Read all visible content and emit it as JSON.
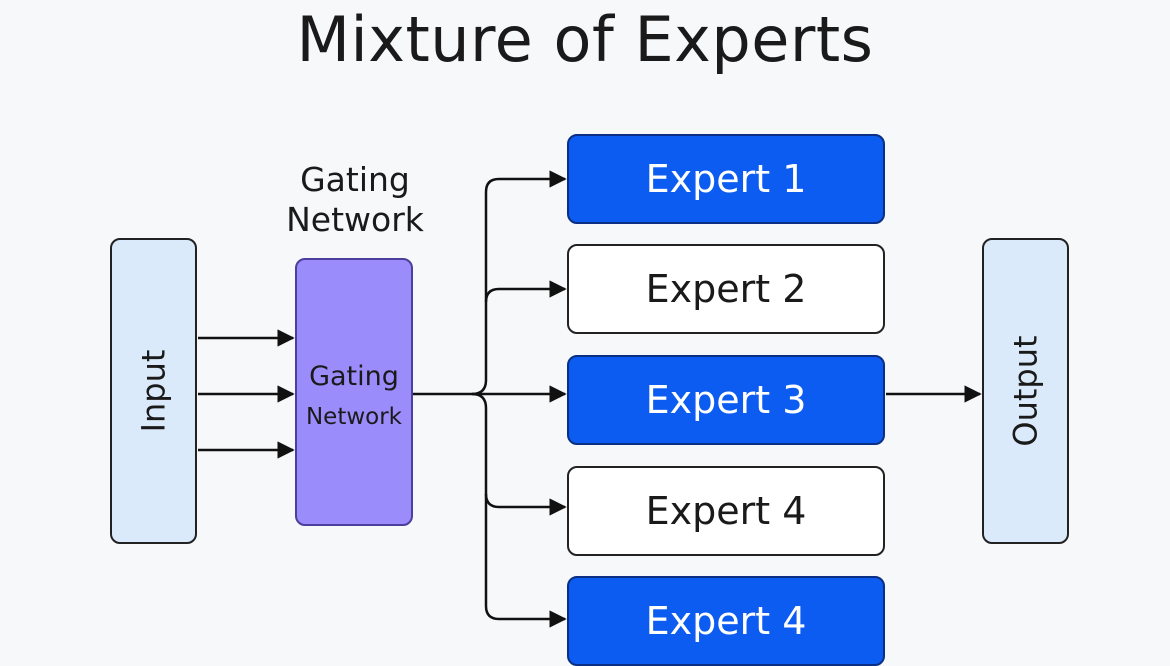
{
  "title": "Mixture of Experts",
  "gating_caption": {
    "line1": "Gating",
    "line2": "Network"
  },
  "input": {
    "label": "Input"
  },
  "gating_box": {
    "line1": "Gating",
    "line2": "Network"
  },
  "experts": [
    {
      "label": "Expert 1",
      "style": "blue"
    },
    {
      "label": "Expert 2",
      "style": "white"
    },
    {
      "label": "Expert 3",
      "style": "blue"
    },
    {
      "label": "Expert 4",
      "style": "white"
    },
    {
      "label": "Expert 4",
      "style": "blue"
    }
  ],
  "output": {
    "label": "Output"
  },
  "colors": {
    "expert_blue": "#0d5cf2",
    "gating": "#9b8cfb",
    "io_box": "#dbeafb",
    "arrow": "#111111"
  }
}
